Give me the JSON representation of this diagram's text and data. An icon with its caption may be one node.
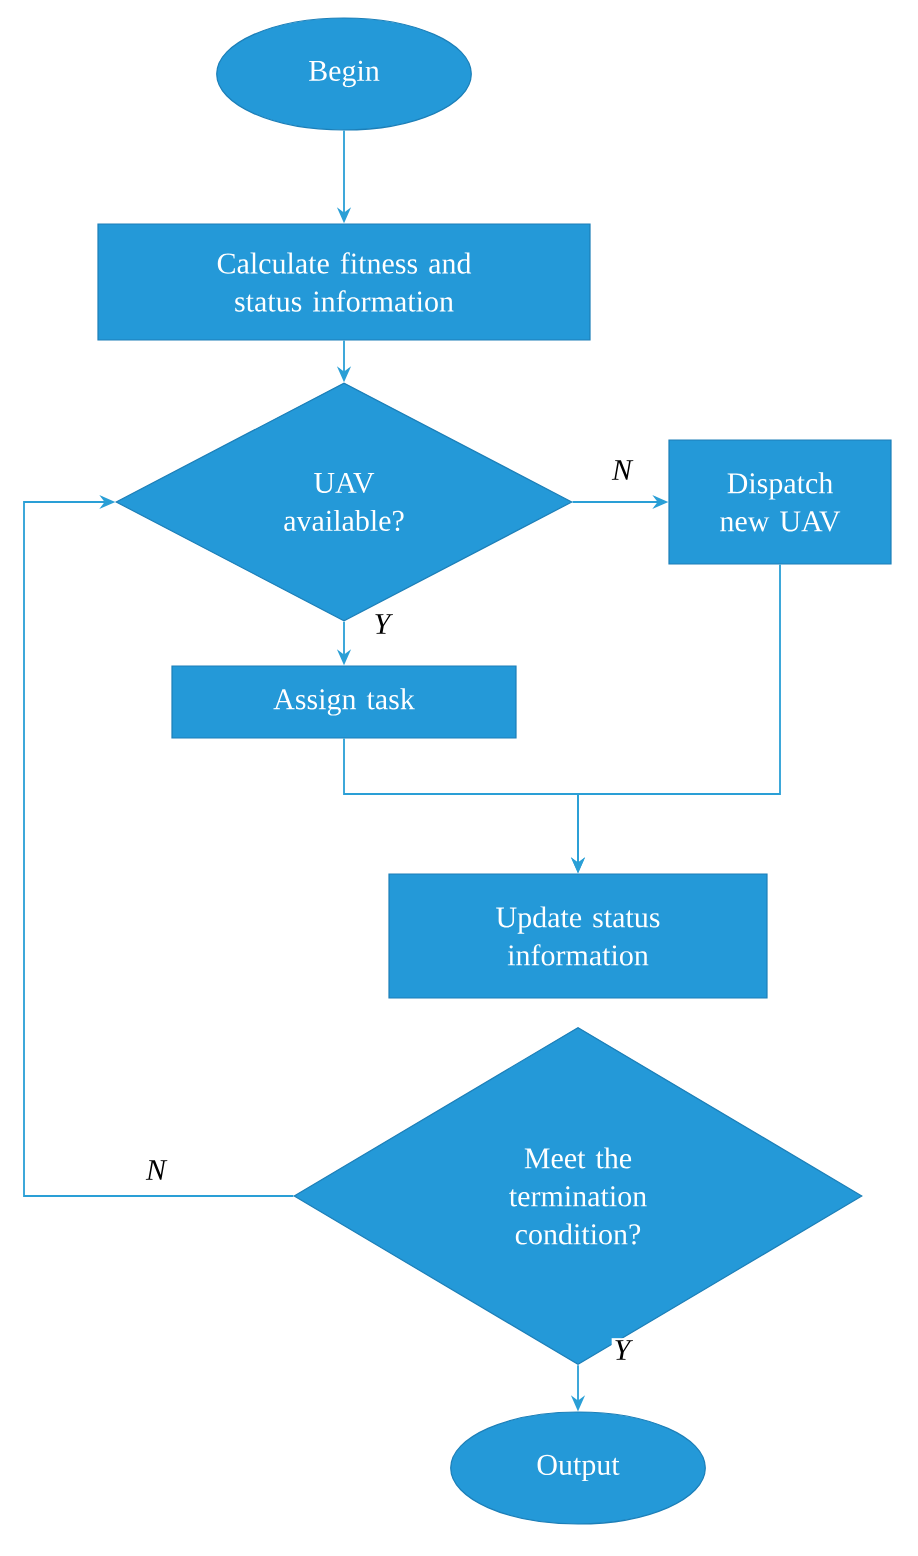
{
  "diagram": {
    "nodes": [
      {
        "text": [
          "Begin"
        ]
      },
      {
        "text": [
          "Calculate fitness and status information"
        ]
      },
      {
        "text": [
          "UAV available?"
        ]
      },
      {
        "text": [
          "Dispatch new UAV"
        ]
      },
      {
        "text": [
          "Assign task"
        ]
      },
      {
        "text": [
          "Update status information"
        ]
      },
      {
        "text": [
          "Meet the termination condition?"
        ]
      },
      {
        "text": [
          "Output"
        ]
      }
    ],
    "edges": [
      {
        "from": 0,
        "to": 1,
        "arrow": "to"
      },
      {
        "from": 1,
        "to": 2,
        "arrow": "to"
      },
      {
        "from": 2,
        "to": 3,
        "arrow": "to",
        "label": "N"
      },
      {
        "from": 2,
        "to": 4,
        "arrow": "to",
        "label": "Y"
      },
      {
        "from": 4,
        "to": 5,
        "arrow": "to"
      },
      {
        "from": 3,
        "to": 5,
        "arrow": "to"
      },
      {
        "from": 6,
        "to": 7,
        "arrow": "to",
        "label": "Y"
      },
      {
        "from": 6,
        "to": 2,
        "arrow": "to",
        "label": "N"
      }
    ]
  }
}
